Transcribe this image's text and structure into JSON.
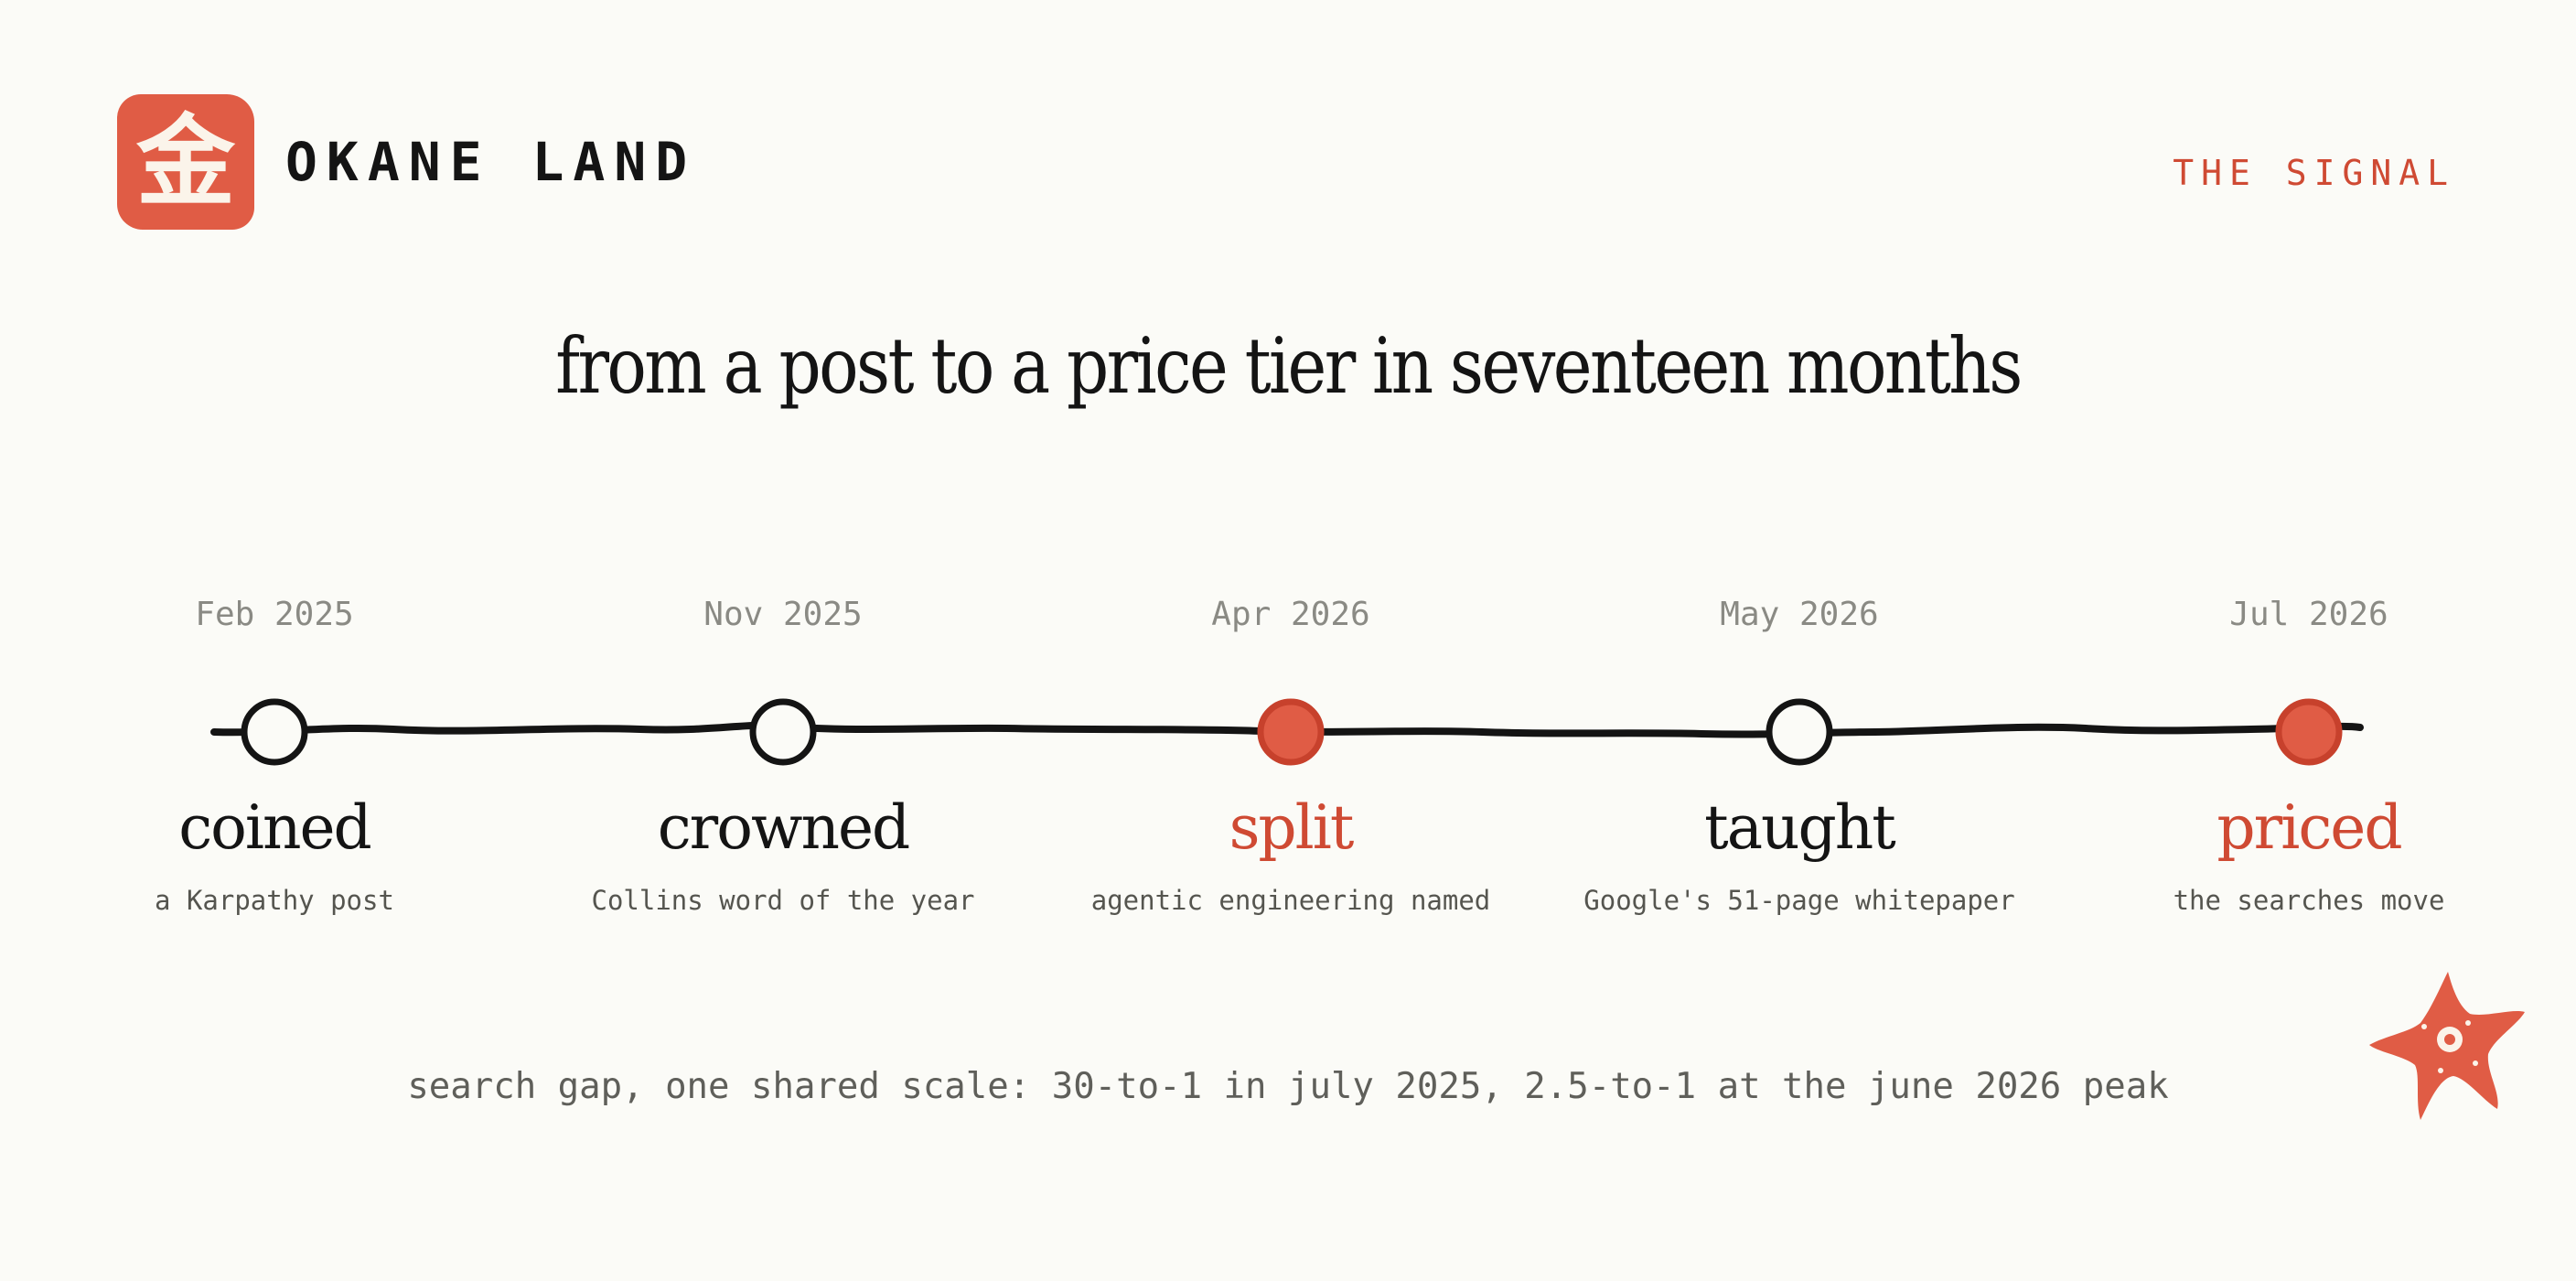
{
  "brand": {
    "logo_glyph": "金",
    "name": "OKANE LAND",
    "section": "THE SIGNAL"
  },
  "headline": "from a post to a price tier in seventeen months",
  "timeline": {
    "events": [
      {
        "date": "Feb 2025",
        "word": "coined",
        "description": "a Karpathy post",
        "highlight": false
      },
      {
        "date": "Nov 2025",
        "word": "crowned",
        "description": "Collins word of the year",
        "highlight": false
      },
      {
        "date": "Apr 2026",
        "word": "split",
        "description": "agentic engineering named",
        "highlight": true
      },
      {
        "date": "May 2026",
        "word": "taught",
        "description": "Google's 51-page whitepaper",
        "highlight": false
      },
      {
        "date": "Jul 2026",
        "word": "priced",
        "description": "the searches move",
        "highlight": true
      }
    ]
  },
  "footnote": "search gap, one shared scale: 30-to-1 in july 2025, 2.5-to-1 at the june 2026 peak",
  "mascot_icon": "star-creature-icon",
  "colors": {
    "background": "#fbfbf7",
    "accent": "#e05c45",
    "accent_text": "#cf4a33",
    "ink": "#141414",
    "muted": "#8a8a84"
  }
}
